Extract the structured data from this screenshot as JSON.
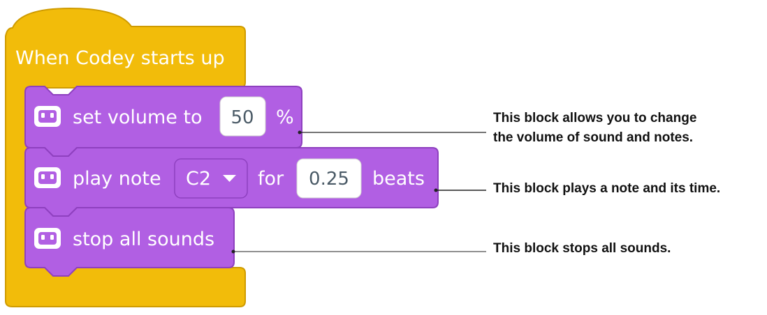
{
  "hat_block": {
    "label": "When Codey starts up",
    "color": "#f2bc0a",
    "stroke": "#cf9b00"
  },
  "blocks": [
    {
      "name": "set-volume-block",
      "prefix": "set volume to",
      "value": "50",
      "suffix": "%",
      "icon": "codey-robot-icon"
    },
    {
      "name": "play-note-block",
      "prefix": "play note",
      "dropdown": "C2",
      "middle": "for",
      "value": "0.25",
      "suffix": "beats",
      "icon": "codey-robot-icon"
    },
    {
      "name": "stop-sounds-block",
      "label": "stop all sounds",
      "icon": "codey-robot-icon"
    }
  ],
  "block_color": "#b15fe3",
  "block_stroke": "#8e40bf",
  "annotations": {
    "volume_line1": "This block allows you to change",
    "volume_line2": "the volume of sound and notes.",
    "note": "This block plays a note and its time.",
    "stop": "This block stops all sounds."
  }
}
